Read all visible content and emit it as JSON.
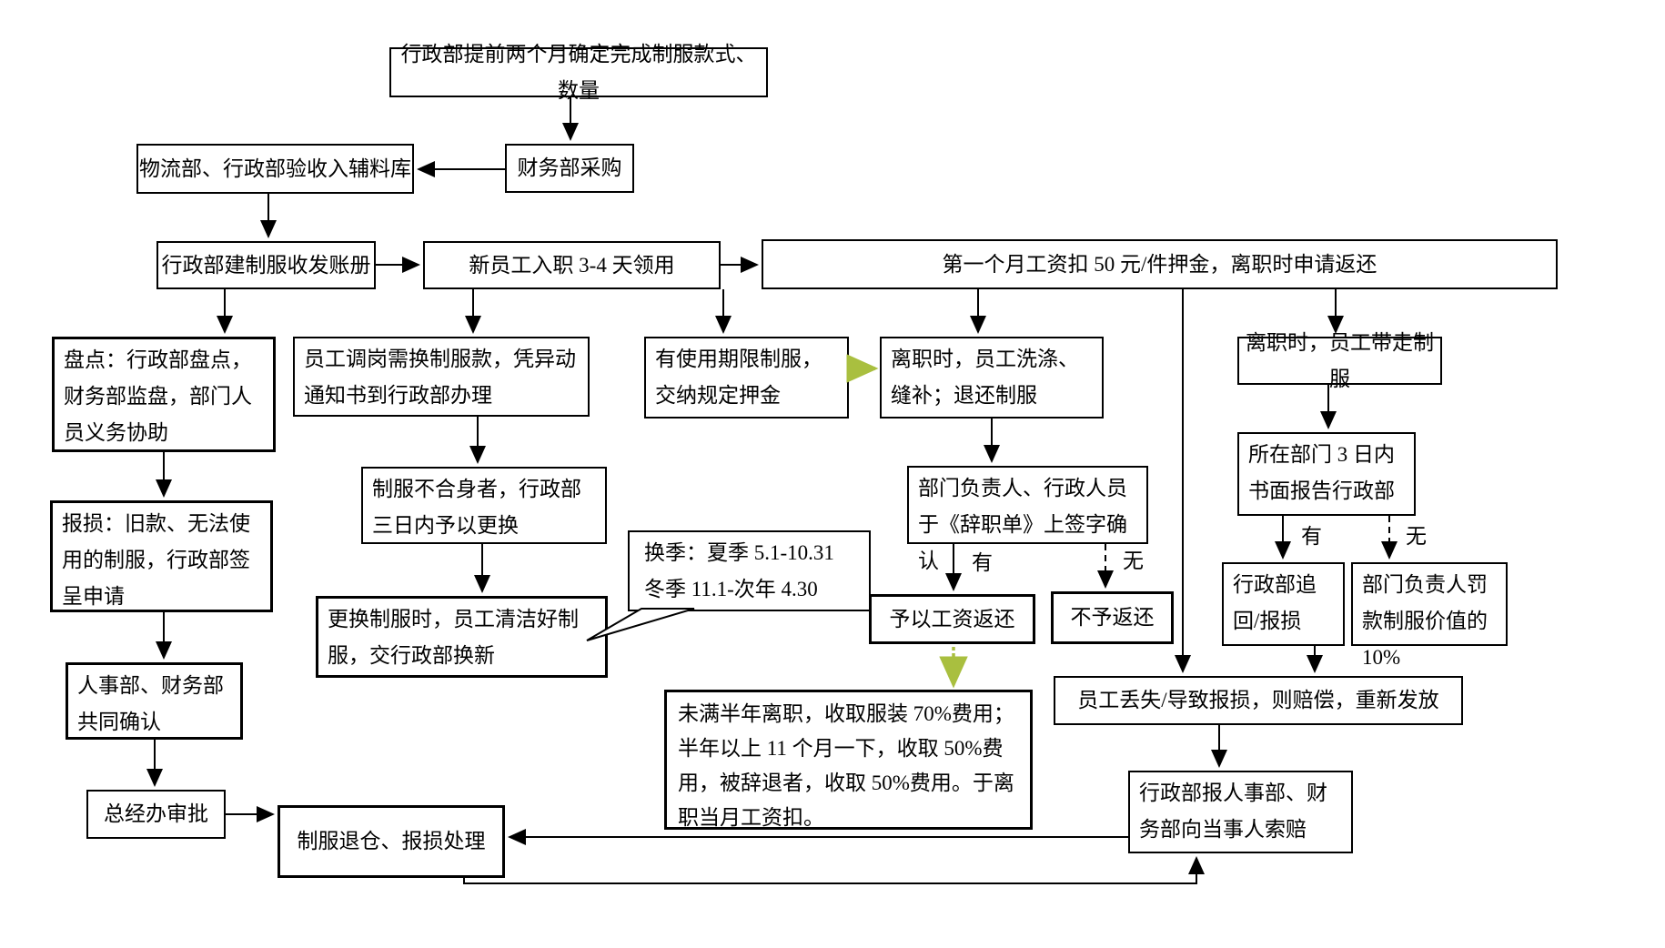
{
  "colors": {
    "line": "#000000",
    "box_border": "#000000",
    "highlight_arrow": "#a9bf3f",
    "background": "#ffffff"
  },
  "nodes": {
    "determine_style": "行政部提前两个月确定完成制服款式、数量",
    "finance_purchase": "财务部采购",
    "receive_warehouse": "物流部、行政部验收入辅料库",
    "build_ledger": "行政部建制服收发账册",
    "new_employee": "新员工入职 3-4 天领用",
    "deposit": "第一个月工资扣 50 元/件押金，离职时申请返还",
    "inventory": "盘点：行政部盘点，财务部监盘，部门人员义务协助",
    "transfer_post": "员工调岗需换制服款，凭异动通知书到行政部办理",
    "limited_term": "有使用期限制服，交纳规定押金",
    "resign_return": "离职时，员工洗涤、缝补；退还制服",
    "resign_keep": "离职时，员工带走制服",
    "damage_report": "报损：旧款、无法使用的制服，行政部签呈申请",
    "unfit": "制服不合身者，行政部三日内予以更换",
    "season_line1": "换季：夏季 5.1-10.31",
    "season_line2": "冬季 11.1-次年 4.30",
    "exchange_clean": "更换制服时，员工清洁好制服，交行政部换新",
    "hr_fin_confirm": "人事部、财务部共同确认",
    "gm_approve": "总经办审批",
    "uniform_back": "制服退仓、报损处理",
    "sign_confirm": "部门负责人、行政人员于《辞职单》上签字确认",
    "wage_refund": "予以工资返还",
    "no_refund": "不予返还",
    "fee_rule": "未满半年离职，收取服装 70%费用；半年以上 11 个月一下，收取 50%费用，被辞退者，收取 50%费用。于离职当月工资扣。",
    "report_3days": "所在部门 3 日内书面报告行政部",
    "admin_recover": "行政部追回/报损",
    "manager_fine": "部门负责人罚款制服价值的 10%",
    "lost_compensate": "员工丢失/导致报损，则赔偿，重新发放",
    "claim": "行政部报人事部、财务部向当事人索赔"
  },
  "labels": {
    "sign_yes": "有",
    "sign_no": "无",
    "report_yes": "有",
    "report_no": "无"
  }
}
